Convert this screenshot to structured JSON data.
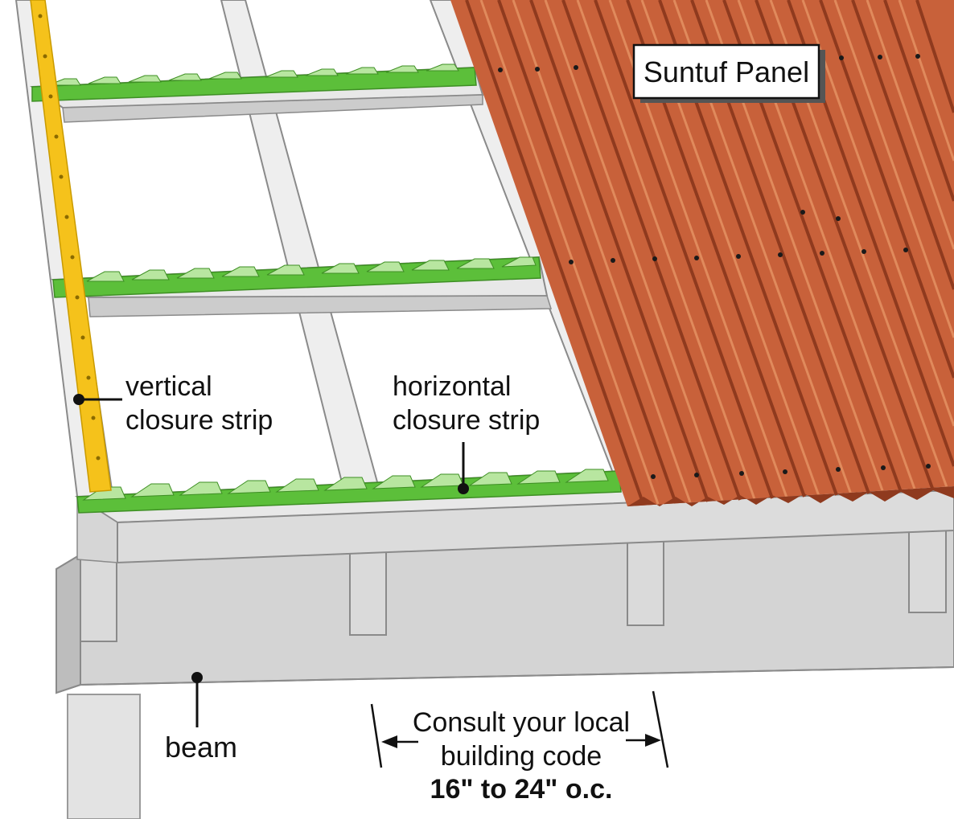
{
  "labels": {
    "panel": "Suntuf Panel",
    "vertical_line1": "vertical",
    "vertical_line2": "closure strip",
    "horizontal_line1": "horizontal",
    "horizontal_line2": "closure strip",
    "beam": "beam",
    "spacing_line1": "Consult your local",
    "spacing_line2": "building code",
    "spacing_line3": "16\" to 24\" o.c."
  },
  "colors": {
    "lumber": "#e6e6e6",
    "lumber_shade": "#cfcfcf",
    "lumber_edge": "#8a8a8a",
    "closure_green": "#5cbf3a",
    "closure_light": "#b8e6a0",
    "vertical_strip": "#f5c21b",
    "panel": "#c8613a",
    "panel_dark": "#8f3a1e",
    "panel_light": "#e08a5c"
  }
}
